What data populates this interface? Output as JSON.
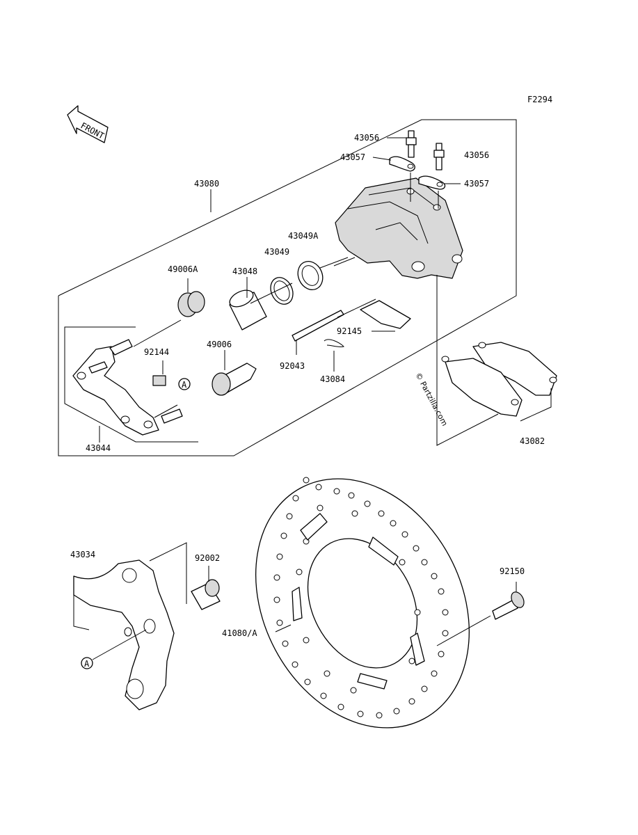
{
  "figure_code": "F2294",
  "front_label": "FRONT",
  "watermark": "© Partzilla.com",
  "callout_A": "A",
  "labels": {
    "p43080": "43080",
    "p43056a": "43056",
    "p43056b": "43056",
    "p43057a": "43057",
    "p43057b": "43057",
    "p43049A": "43049A",
    "p43049": "43049",
    "p43048": "43048",
    "p49006A": "49006A",
    "p92144": "92144",
    "p49006": "49006",
    "p92145": "92145",
    "p92043": "92043",
    "p43084": "43084",
    "p43044": "43044",
    "p43082": "43082",
    "p43034": "43034",
    "p92002": "92002",
    "p92150": "92150",
    "p41080A": "41080/A"
  }
}
